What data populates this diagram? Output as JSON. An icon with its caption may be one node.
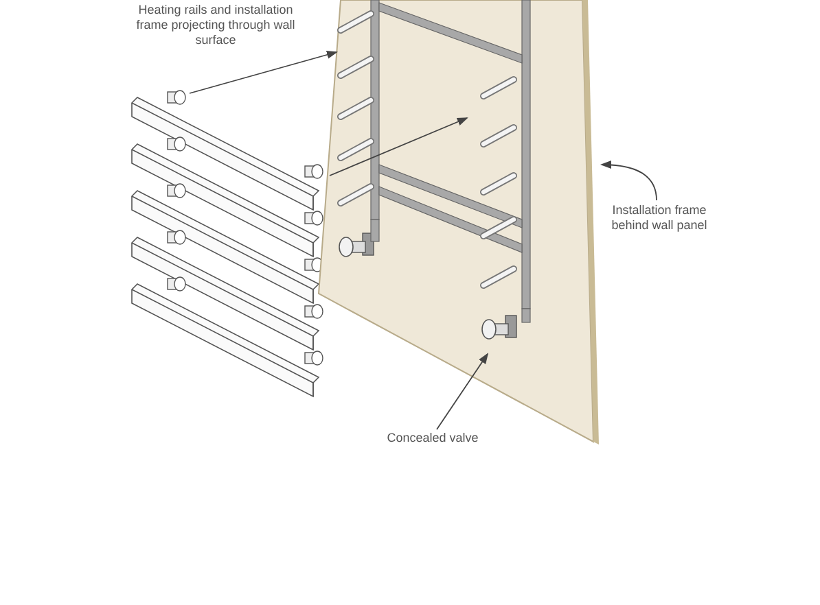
{
  "diagram": {
    "nodes": [
      {
        "text": [],
        "shape": "picture"
      },
      {
        "text": [],
        "shape": "picture"
      },
      {
        "text": [
          "Installation frame behind wall panel"
        ]
      },
      {
        "text": [
          "Concealed valve"
        ]
      },
      {
        "text": [],
        "shape": "picture",
        "in": 1
      }
    ],
    "edges": [
      {
        "from": 0,
        "to": 1,
        "arrow": "to"
      },
      {
        "from": 0,
        "to": 1,
        "arrow": "to"
      },
      {
        "from": 2,
        "to": 1,
        "arrow": "to"
      },
      {
        "from": 3,
        "to": 4,
        "arrow": "to"
      }
    ],
    "labels": [
      "Heating rails and installation frame projecting through wall surface"
    ]
  }
}
